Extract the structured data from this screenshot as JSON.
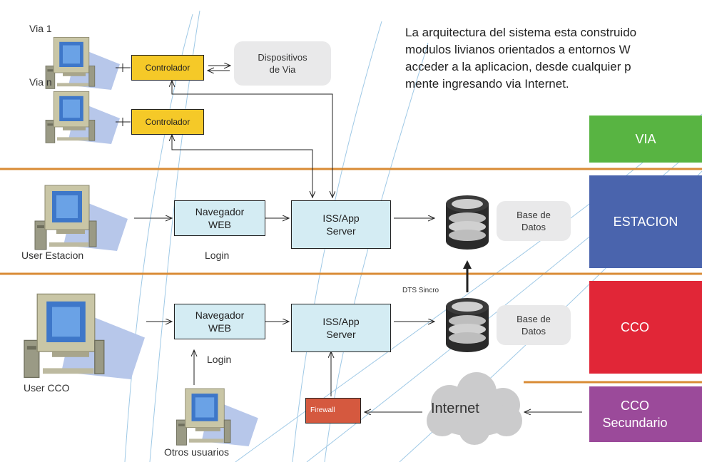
{
  "intro_text": "La arquitectura del sistema esta construido\nmodulos livianos orientados a entornos W\nacceder a la aplicacion, desde cualquier p\nmente ingresando via Internet.",
  "via": {
    "via1_label": "Via 1",
    "vian_label": "Via n",
    "controller_label": "Controlador",
    "devices_label": "Dispositivos\nde Via"
  },
  "estacion": {
    "user_label": "User Estacion",
    "browser_label": "Navegador\nWEB",
    "login_label": "Login",
    "server_label": "ISS/App\nServer",
    "db_label": "Base de\nDatos"
  },
  "cco": {
    "user_label": "User CCO",
    "browser_label": "Navegador\nWEB",
    "login_label": "Login",
    "server_label": "ISS/App\nServer",
    "db_label": "Base de\nDatos",
    "other_users_label": "Otros usuarios",
    "firewall_label": "Firewall",
    "internet_label": "Internet"
  },
  "sync_label": "DTS Sincro",
  "zones": {
    "via": "VIA",
    "estacion": "ESTACION",
    "cco": "CCO",
    "cco_secundario": "CCO\nSecundario"
  },
  "colors": {
    "via_zone": "#58b442",
    "estacion_zone": "#4a64ad",
    "cco_zone": "#e12637",
    "cco_sec_zone": "#9b4a9a",
    "divider": "#d98b35",
    "controller": "#f5c928",
    "box_fill": "#d4ecf3",
    "firewall": "#d5593f"
  }
}
